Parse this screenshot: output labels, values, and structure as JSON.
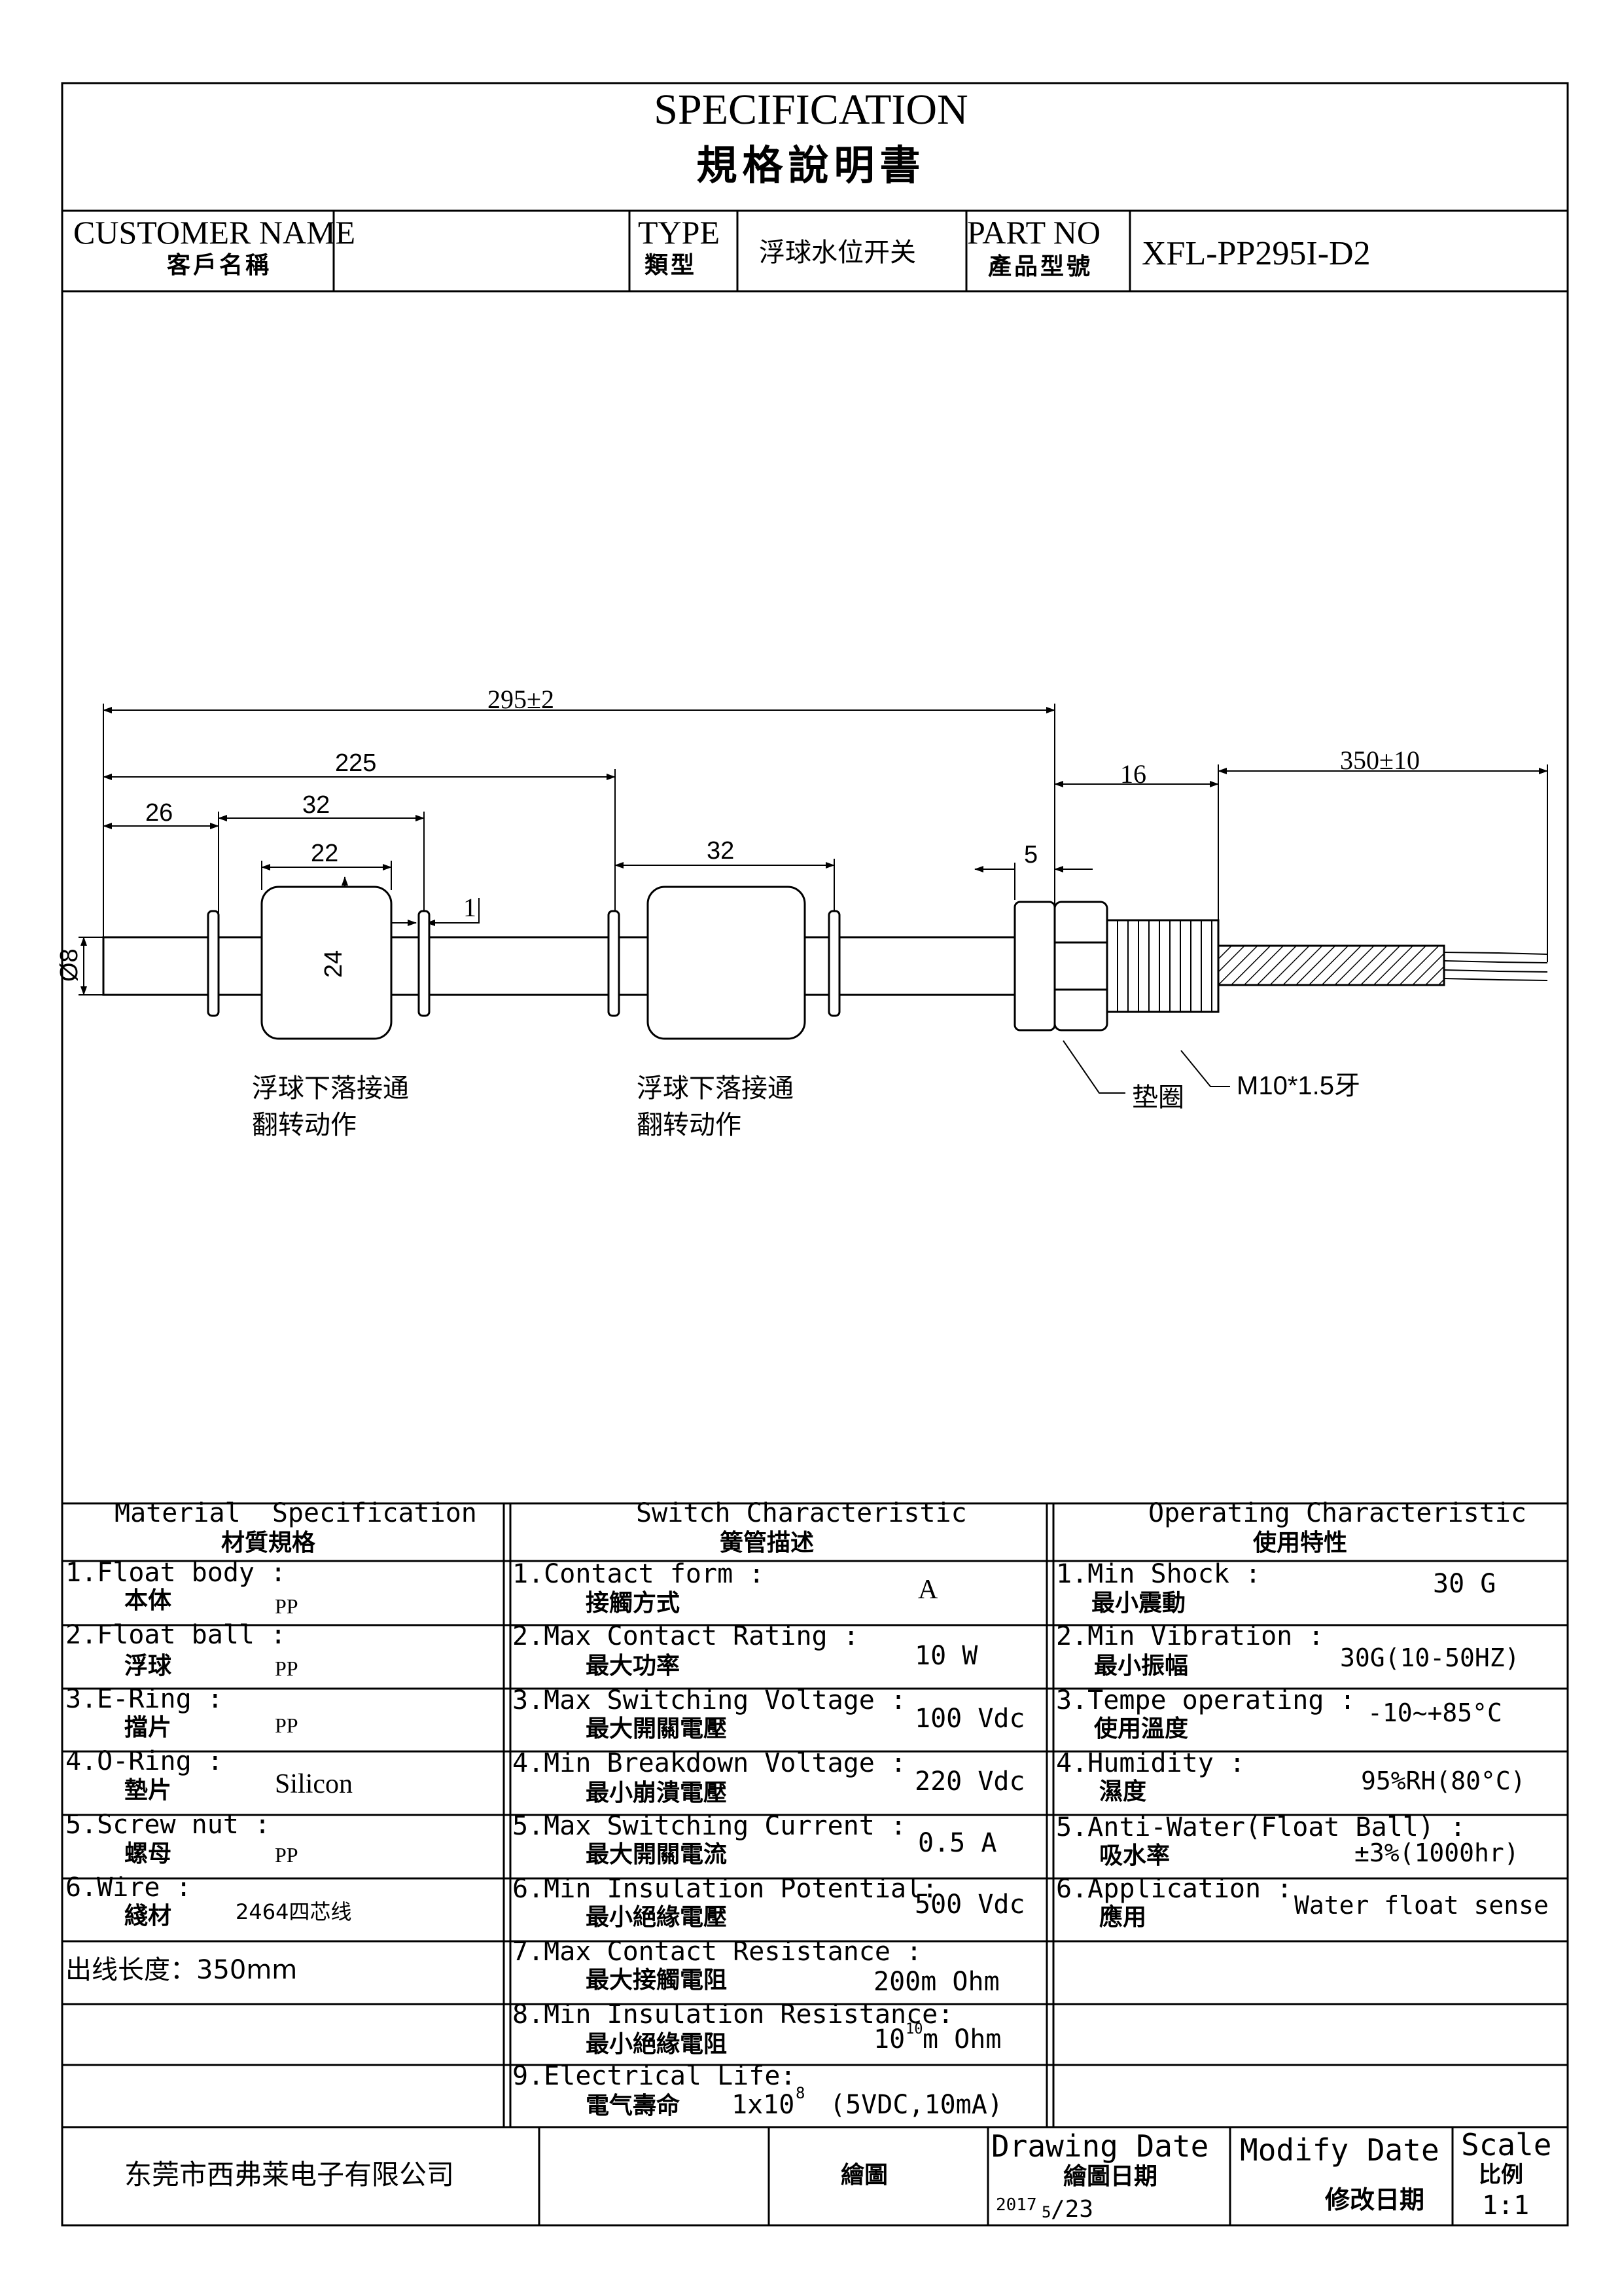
{
  "header": {
    "title_en": "SPECIFICATION",
    "title_cn": "規格說明書"
  },
  "info": {
    "customer_label_en": "CUSTOMER NAME",
    "customer_label_cn": "客戶名稱",
    "customer_value": "",
    "type_label_en": "TYPE",
    "type_label_cn": "類型",
    "type_value": "浮球水位开关",
    "part_label_en": "PART NO",
    "part_label_cn": "產品型號",
    "part_value": "XFL-PP295I-D2"
  },
  "drawing": {
    "dim_total": "295±2",
    "dim_225": "225",
    "dim_26": "26",
    "dim_32a": "32",
    "dim_22": "22",
    "dim_24": "24",
    "dim_1": "1",
    "dim_32b": "32",
    "dim_5": "5",
    "dim_16": "16",
    "dim_cable": "350±10",
    "dim_dia": "Ø8",
    "note1_line1": "浮球下落接通",
    "note1_line2": "翻转动作",
    "note2_line1": "浮球下落接通",
    "note2_line2": "翻转动作",
    "label_washer": "垫圈",
    "label_thread": "M10*1.5牙"
  },
  "spec": {
    "material_header_en": "Material  Specification",
    "material_header_cn": "材質規格",
    "switch_header_en": "Switch Characteristic",
    "switch_header_cn": "簧管描述",
    "operating_header_en": "Operating Characteristic",
    "operating_header_cn": "使用特性",
    "material": [
      {
        "en": "1.Float body :",
        "cn": "本体",
        "value": "PP"
      },
      {
        "en": "2.Float ball :",
        "cn": "浮球",
        "value": "PP"
      },
      {
        "en": "3.E-Ring :",
        "cn": "擋片",
        "value": "PP"
      },
      {
        "en": "4.O-Ring :",
        "cn": "墊片",
        "value": "Silicon"
      },
      {
        "en": "5.Screw nut :",
        "cn": "螺母",
        "value": "PP"
      },
      {
        "en": "6.Wire :",
        "cn": "綫材",
        "value": "2464四芯线"
      }
    ],
    "material_extra": "出线长度：350mm",
    "switch": [
      {
        "en": "1.Contact form :",
        "cn": "接觸方式",
        "value": "A"
      },
      {
        "en": "2.Max Contact Rating :",
        "cn": "最大功率",
        "value": "10 W"
      },
      {
        "en": "3.Max Switching Voltage :",
        "cn": "最大開關電壓",
        "value": "100 Vdc"
      },
      {
        "en": "4.Min Breakdown Voltage :",
        "cn": "最小崩潰電壓",
        "value": "220 Vdc"
      },
      {
        "en": "5.Max Switching Current :",
        "cn": "最大開關電流",
        "value": "0.5 A"
      },
      {
        "en": "6.Min Insulation Potential:",
        "cn": "最小絕緣電壓",
        "value": "500 Vdc"
      },
      {
        "en": "7.Max Contact Resistance :",
        "cn": "最大接觸電阻",
        "value": "200m Ohm"
      },
      {
        "en": "8.Min Insulation Resistance:",
        "cn": "最小絕緣電阻",
        "value": "m Ohm",
        "base": "10",
        "exp": "10"
      },
      {
        "en": "9.Electrical Life:",
        "cn": "電气壽命",
        "value": "(5VDC,10mA)",
        "base": "1x10",
        "exp": "8"
      }
    ],
    "operating": [
      {
        "en": "1.Min Shock :",
        "cn": "最小震動",
        "value": "30 G"
      },
      {
        "en": "2.Min Vibration :",
        "cn": "最小振幅",
        "value": "30G(10-50HZ)"
      },
      {
        "en": "3.Tempe operating :",
        "cn": "使用溫度",
        "value": "-10~+85°C"
      },
      {
        "en": "4.Humidity :",
        "cn": "濕度",
        "value": "95%RH(80°C)"
      },
      {
        "en": "5.Anti-Water(Float Ball) :",
        "cn": "吸水率",
        "value": "±3%(1000hr)"
      },
      {
        "en": "6.Application :",
        "cn": "應用",
        "value": "Water float sense"
      }
    ]
  },
  "footer": {
    "company": "东莞市西弗莱电子有限公司",
    "drawn_cn": "繪圖",
    "drawing_date_en": "Drawing Date",
    "drawing_date_cn": "繪圖日期",
    "drawing_date_year": "2017",
    "drawing_date_month": "5",
    "drawing_date_day": "/23",
    "modify_date_en": "Modify Date",
    "modify_date_cn": "修改日期",
    "scale_en": "Scale",
    "scale_cn": "比例",
    "scale_value": "1:1"
  }
}
